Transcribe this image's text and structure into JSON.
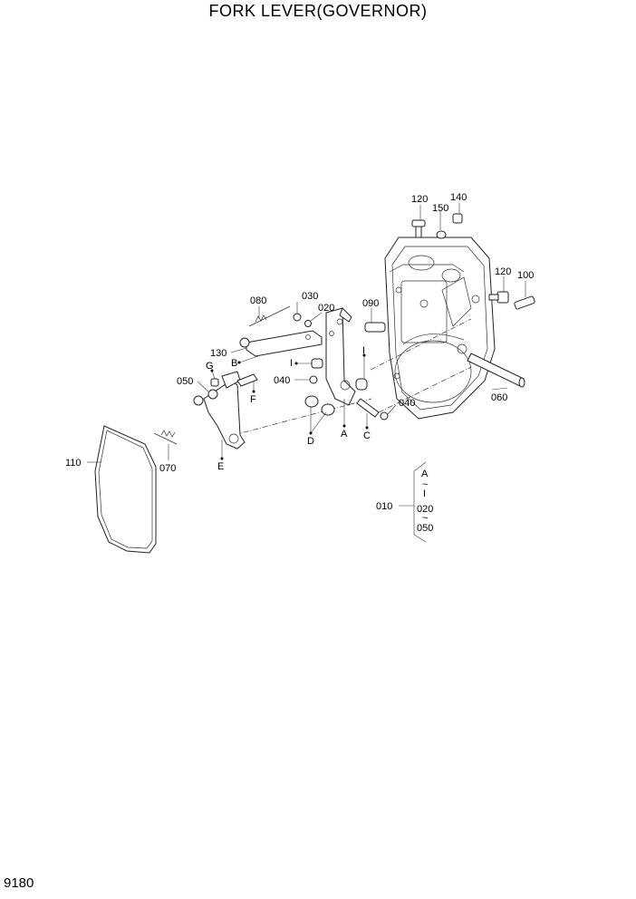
{
  "title": "FORK LEVER(GOVERNOR)",
  "page_number": "9180",
  "labels": {
    "p120a": "120",
    "p140": "140",
    "p150": "150",
    "p120b": "120",
    "p100": "100",
    "p080": "080",
    "p030": "030",
    "p020": "020",
    "p090": "090",
    "p130": "130",
    "pB": "B",
    "pI1": "I",
    "pI2": "I",
    "pG": "G",
    "p050": "050",
    "pF": "F",
    "p040a": "040",
    "p040b": "040",
    "p060": "060",
    "pA": "A",
    "pC": "C",
    "pD": "D",
    "p110": "110",
    "p070": "070",
    "pE": "E"
  },
  "legend": {
    "ref": "010",
    "range_top": "A",
    "tilde1": "~",
    "range_mid": "I",
    "range_low": "020",
    "tilde2": "~",
    "range_bottom": "050"
  }
}
